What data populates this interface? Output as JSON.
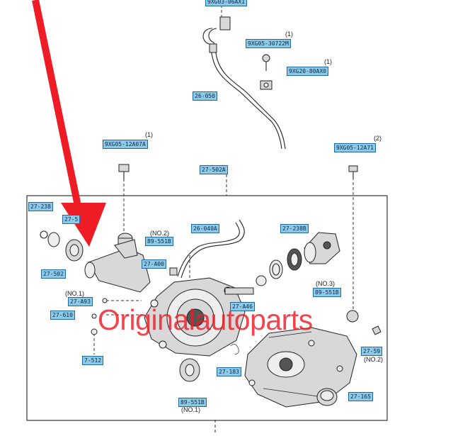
{
  "labels": {
    "top_bolt": "9XG03-06AX1",
    "bolt_upper": "9XG05-30722M",
    "clip_upper": "9XG20-80AX0",
    "breather_hose": "26-050",
    "bolt_left": "9XG05-12A07A",
    "cover_group": "27-502A",
    "bolt_right": "9XG05-12A71",
    "seal_a": "27-238",
    "seal_b": "27-5",
    "bearing_a": "27-502",
    "hose_mid": "26-040A",
    "pin_a": "27-A00",
    "output_group": "27-238B",
    "snap_small": "27-A93",
    "plug_a": "27-610",
    "ring_a": "27-A46",
    "cap_a": "7-512",
    "clip_mid": "27-183",
    "bushing_no1": "89-551B",
    "bushing_no2": "89-551B",
    "bushing_no3": "89-551B",
    "bolt_right_low": "27-59",
    "cap_right": "27-165"
  },
  "counts": {
    "c1a": "(1)",
    "c1b": "(1)",
    "c1c": "(1)",
    "c2": "(2)",
    "no1_left": "(NO.1)",
    "no1_bottom": "(NO.1)",
    "no2_top": "(NO.2)",
    "no2_right": "(NO.2)",
    "no3": "(NO.3)"
  },
  "watermark": "Originalautoparts",
  "colors": {
    "label_fill": "#8ec9e6",
    "label_border": "#1e6aa0",
    "arrow": "#ee1c25",
    "watermark": "#ee1c25",
    "line": "#222222"
  }
}
